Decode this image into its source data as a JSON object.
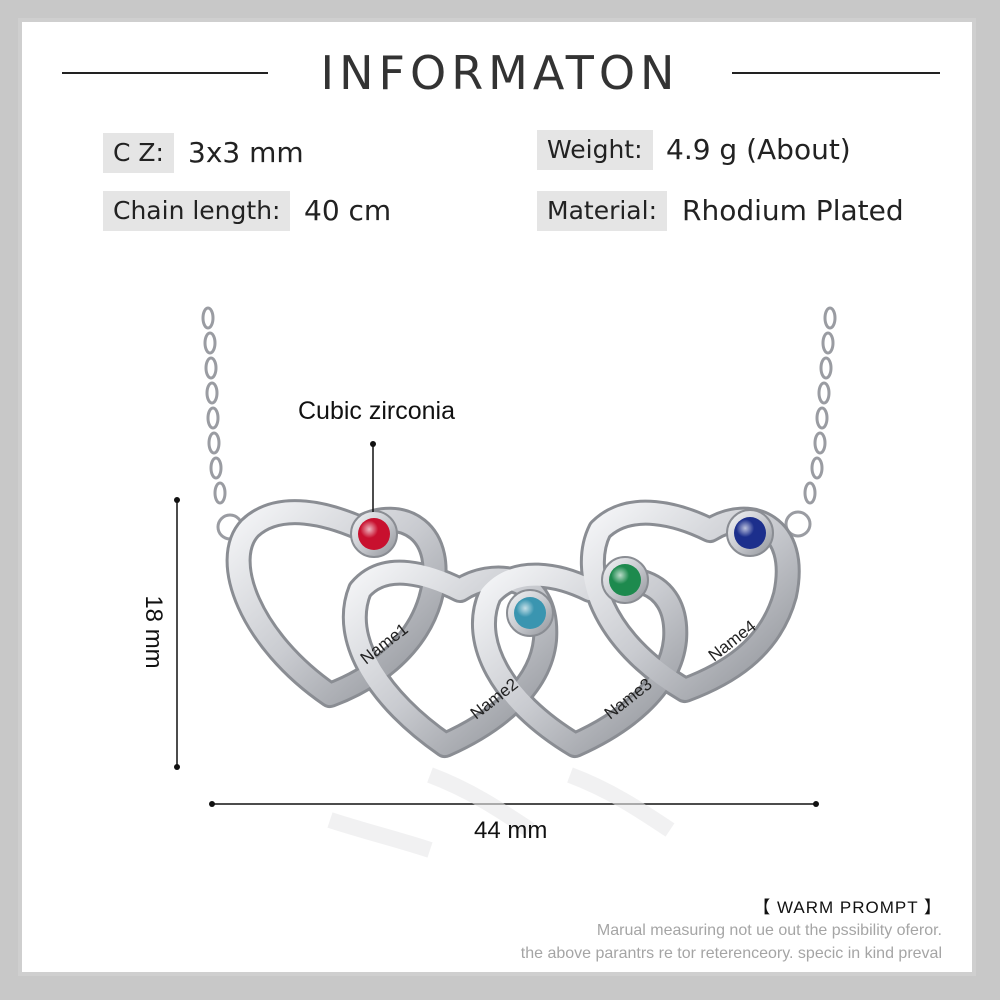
{
  "header": {
    "title": "INFORMATON"
  },
  "specs": {
    "cz_label": "C Z:",
    "cz_value": "3x3 mm",
    "chain_label": "Chain length:",
    "chain_value": "40 cm",
    "weight_label": "Weight:",
    "weight_value": "4.9 g (About)",
    "material_label": "Material:",
    "material_value": "Rhodium Plated"
  },
  "diagram": {
    "stone_callout": "Cubic zirconia",
    "height_dimension": "18 mm",
    "width_dimension": "44 mm",
    "engravings": [
      "Name1",
      "Name2",
      "Name3",
      "Name4"
    ],
    "stone_colors": [
      "#c8102e",
      "#3a95b0",
      "#1d8a4e",
      "#1c2f8c"
    ],
    "metal_color": "#d9dadd"
  },
  "prompt": {
    "heading": "【 WARM PROMPT 】",
    "line1": "Marual measuring not ue out the pssibility oferor.",
    "line2": "the above parantrs re tor reterenceory. specic in kind preval"
  }
}
